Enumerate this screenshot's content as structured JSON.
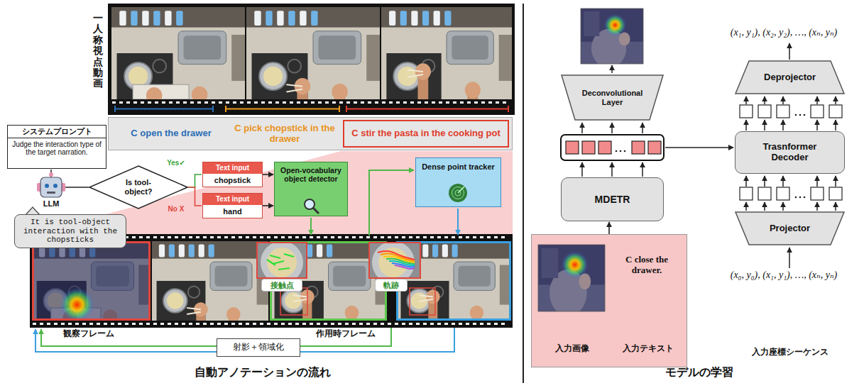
{
  "diagram": {
    "nodes": [
      {
        "text": [
          "C open the drawer",
          "C pick chopstick in the drawer"
        ]
      },
      {
        "text": [
          "C stir the pasta in the cooking pot"
        ],
        "in": 0
      },
      {
        "text": [
          "システムプロンプト",
          "Judge the interaction type of the target narration."
        ]
      },
      {
        "text": [
          "It is tool-object interaction with the chopsticks"
        ]
      },
      {
        "text": [
          "Is tool-object?"
        ]
      },
      {
        "text": [
          "Text input",
          "chopstick"
        ]
      },
      {
        "text": [
          "Text input",
          "hand"
        ]
      },
      {
        "text": [
          "Open-vocabulary object detector"
        ]
      },
      {
        "text": [
          "Dense point tracker"
        ]
      },
      {
        "text": [
          "接触点"
        ]
      },
      {
        "text": [
          "軌跡"
        ]
      },
      {
        "text": [
          "射影＋領域化"
        ]
      },
      {
        "text": [
          "Deconvolutional Layer"
        ]
      },
      {
        "text": [
          "MDETR"
        ]
      },
      {
        "text": [
          "C close the drawer.",
          "入力画像",
          "入力テキスト"
        ]
      },
      {
        "text": [
          "Deprojector"
        ]
      },
      {
        "text": [
          "Trasnformer Decoder"
        ]
      },
      {
        "text": [
          "Projector"
        ]
      }
    ],
    "edges": [
      {
        "from": 4,
        "to": 5,
        "label": "Yes✔",
        "arrow": "none"
      },
      {
        "from": 4,
        "to": 6,
        "label": "No X",
        "arrow": "none"
      },
      {
        "from": 5,
        "to": 7,
        "arrow": "to"
      },
      {
        "from": 6,
        "to": 7,
        "arrow": "to"
      },
      {
        "from": 14,
        "to": 13,
        "arrow": "to"
      }
    ],
    "labels": [
      "一人称視点動画",
      "LLM",
      "観察フレーム",
      "作用時フレーム",
      "自動アノテーションの流れ",
      "(x₁, y₁), (x₂, y₂), …, (xₙ, yₙ)",
      "(x₀, y₀), (x₁, y₁), …, (xₙ, yₙ)",
      "入力座標シーケンス",
      "モデルの学習"
    ]
  }
}
